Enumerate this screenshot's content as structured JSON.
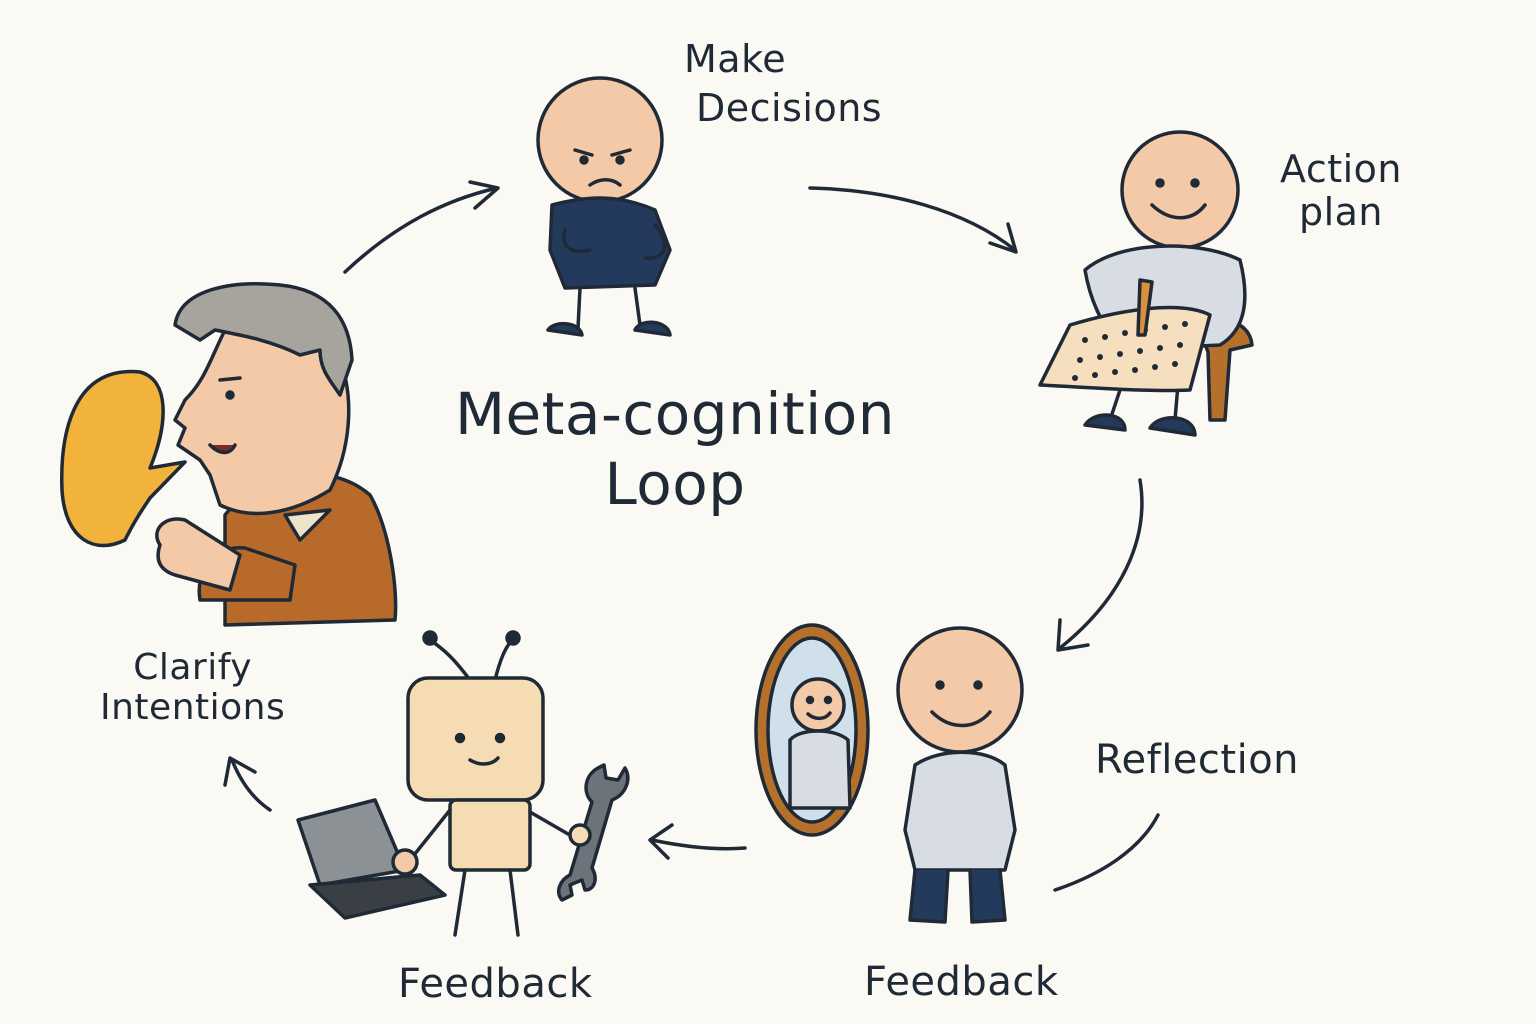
{
  "diagram": {
    "title_line1": "Meta-cognition",
    "title_line2": "Loop",
    "stages": {
      "make_decisions": [
        "Make",
        "Decisions"
      ],
      "action_plan": [
        "Action",
        "plan"
      ],
      "reflection": "Reflection",
      "feedback_reflection": "Feedback",
      "feedback_robot": "Feedback",
      "clarify_intentions": [
        "Clarify",
        "Intentions"
      ]
    }
  },
  "colors": {
    "ink": "#1f2a36",
    "background": "#fbf9f4",
    "skin": "#f3c9a8",
    "speech_bubble": "#f2b33d",
    "sweater": "#b86a2a",
    "hair": "#a6a49c",
    "shirt_navy": "#243a5c",
    "shirt_light": "#d8dde4",
    "robot": "#f6dcb3",
    "mirror_frame": "#b5702c",
    "mirror_glass": "#cfe0ea",
    "wrench": "#6d737a",
    "laptop": "#8c9196",
    "paper": "#f6dfbf",
    "stool": "#b5702c"
  },
  "icons": [
    "speech-bubble-icon",
    "wrench-icon",
    "laptop-icon",
    "mirror-icon",
    "pencil-icon"
  ]
}
